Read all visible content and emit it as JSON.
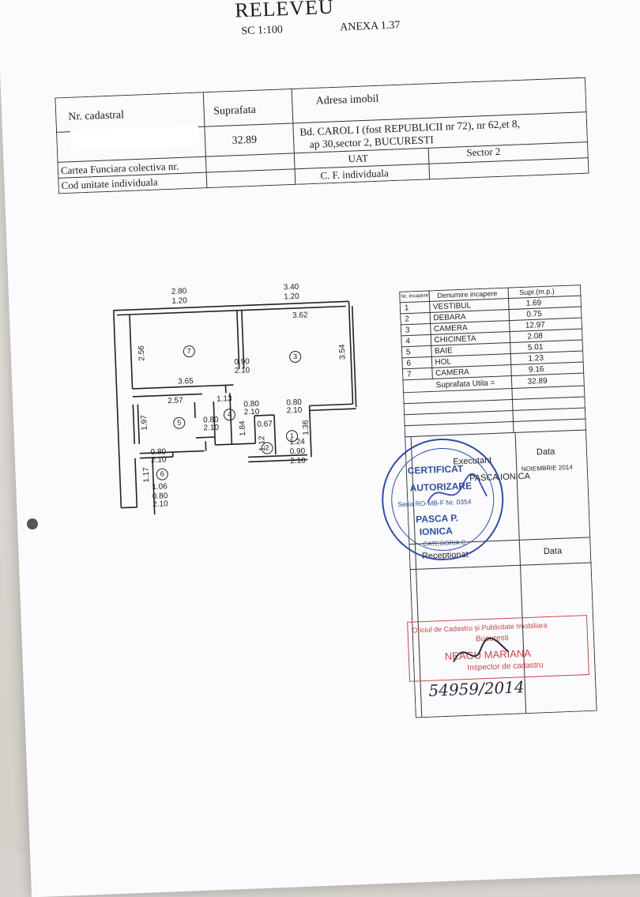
{
  "document": {
    "title": "RELEVEU",
    "scale": "SC 1:100",
    "annex": "ANEXA 1.37"
  },
  "header_table": {
    "col_cadastral": "Nr. cadastral",
    "col_surface": "Suprafata",
    "col_address": "Adresa imobil",
    "surface_value": "32.89",
    "address_line1": "Bd. CAROL I (fost REPUBLICII nr 72), nr 62,et 8,",
    "address_line2": "ap 30,sector 2, BUCURESTI",
    "carte_funciara": "Cartea Funciara colectiva nr.",
    "uat_label": "UAT",
    "uat_value": "Sector 2",
    "cod_unitate": "Cod unitate individuala",
    "cf_individuala": "C. F. individuala"
  },
  "floor_plan": {
    "dims": {
      "top_left_outer": "2.80",
      "top_left_inner": "1.20",
      "top_right_outer": "3.40",
      "top_right_inner": "1.20",
      "room3_width": "3.62",
      "room7_height": "2.56",
      "room3_height": "3.54",
      "door_7_3": "0.90",
      "door_7_3_h": "2.10",
      "room7_width": "3.65",
      "room5_width": "2.57",
      "hall_width": "1.13",
      "door_a": "0.80",
      "door_a_h": "2.10",
      "door_b": "0.80",
      "door_b_h": "2.10",
      "door_c": "0.80",
      "door_c_h": "2.10",
      "room5_height": "1.97",
      "room4_height": "1.84",
      "room1_height": "1.36",
      "debara_w": "0.67",
      "debara_h": "1.12",
      "entry_w": "1.24",
      "entry_door": "0.90",
      "entry_door_h": "2.10",
      "door_d": "0.80",
      "door_d_h": "2.10",
      "bath_h": "1.17",
      "bath_w": "1.06",
      "door_e": "0.80",
      "door_e_h": "2.10"
    },
    "room_numbers": [
      "1",
      "2",
      "3",
      "4",
      "5",
      "6",
      "7"
    ]
  },
  "rooms_table": {
    "col_nr": "Nr. incapere",
    "col_name": "Denumire incapere",
    "col_area": "Supr.(m.p.)",
    "rows": [
      {
        "nr": "1",
        "name": "VESTIBUL",
        "area": "1.69"
      },
      {
        "nr": "2",
        "name": "DEBARA",
        "area": "0.75"
      },
      {
        "nr": "3",
        "name": "CAMERA",
        "area": "12.97"
      },
      {
        "nr": "4",
        "name": "CHICINETA",
        "area": "2.08"
      },
      {
        "nr": "5",
        "name": "BAIE",
        "area": "5.01"
      },
      {
        "nr": "6",
        "name": "HOL",
        "area": "1.23"
      },
      {
        "nr": "7",
        "name": "CAMERA",
        "area": "9.16"
      }
    ],
    "total_label": "Suprafata Utila =",
    "total_value": "32.89",
    "executant_label": "Executant",
    "executant_name": "PASCA IONICA",
    "data_label": "Data",
    "data_value": "NOIEMBRIE 2014",
    "receptionat_label": "Receptionat",
    "data_label2": "Data"
  },
  "stamp_blue": {
    "line1": "CERTIFICAT",
    "line2": "AUTORIZARE",
    "serie": "Seria RO-MB-F Nr. 0354",
    "name1": "PASCA P.",
    "name2": "IONICA",
    "category": "CATEGORIA C"
  },
  "stamp_red": {
    "line1": "Oficiul de Cadastru și Publicitate Imobiliara",
    "line2": "Bucuresti",
    "name": "NEAGU MARIANA",
    "role": "Inspector de cadastru"
  },
  "handwritten_number": "54959/2014"
}
